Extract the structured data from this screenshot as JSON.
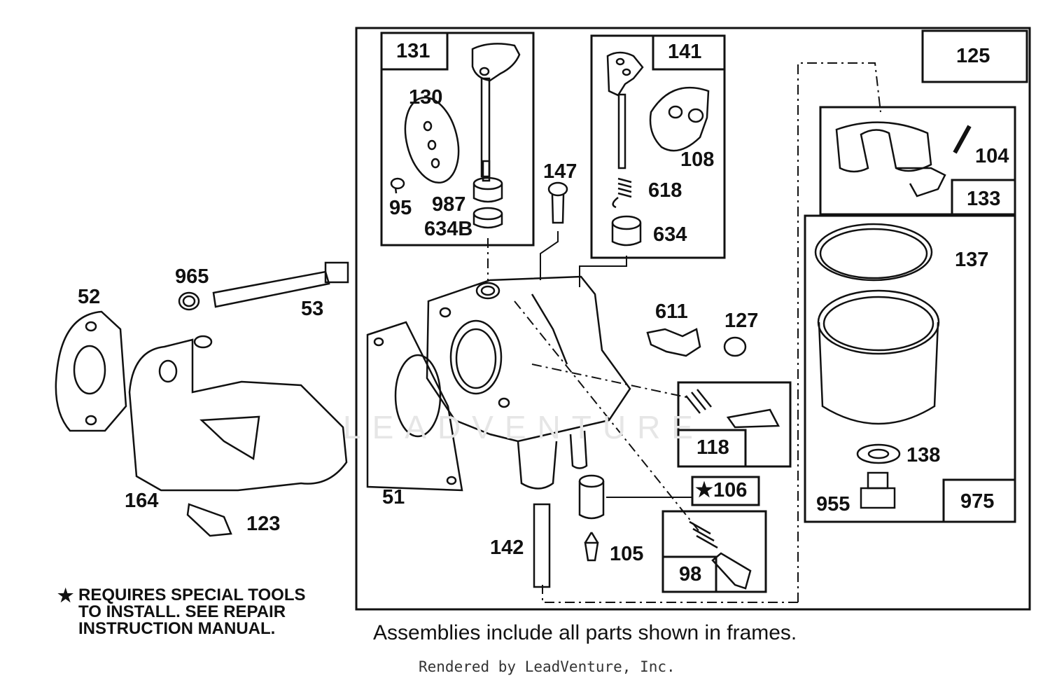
{
  "labels": {
    "p131": "131",
    "p130": "130",
    "p95": "95",
    "p987": "987",
    "p634b": "634B",
    "p141": "141",
    "p108": "108",
    "p618": "618",
    "p634": "634",
    "p125": "125",
    "p104": "104",
    "p133": "133",
    "p137": "137",
    "p138": "138",
    "p955": "955",
    "p975": "975",
    "p147": "147",
    "p611": "611",
    "p127": "127",
    "p118": "118",
    "p106": "★106",
    "p98": "98",
    "p142": "142",
    "p105": "105",
    "p51": "51",
    "p52": "52",
    "p965": "965",
    "p53": "53",
    "p164": "164",
    "p123": "123"
  },
  "note": {
    "star": "★",
    "line1": "REQUIRES SPECIAL TOOLS",
    "line2": "TO INSTALL.  SEE REPAIR",
    "line3": "INSTRUCTION MANUAL."
  },
  "caption": "Assemblies include all parts shown in frames.",
  "rendered_by": "Rendered by LeadVenture, Inc.",
  "watermark": "LEADVENTURE"
}
